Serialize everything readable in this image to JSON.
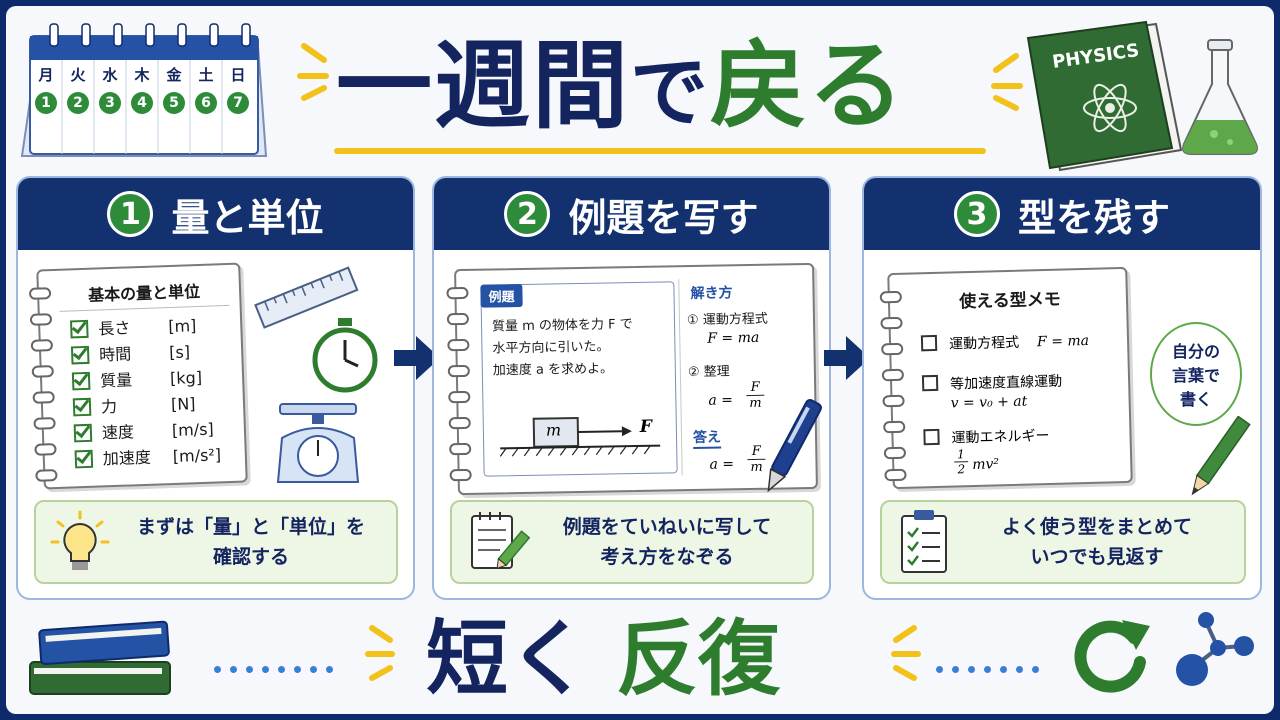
{
  "calendar": {
    "days": [
      "月",
      "火",
      "水",
      "木",
      "金",
      "土",
      "日"
    ],
    "numbers": [
      "1",
      "2",
      "3",
      "4",
      "5",
      "6",
      "7"
    ]
  },
  "title": {
    "part1": "一週間",
    "part2": "で",
    "part3": "戻る"
  },
  "book_top": {
    "label": "PHYSICS"
  },
  "panels": [
    {
      "number": "1",
      "heading": "量と単位",
      "notebook_title": "基本の量と単位",
      "rows": [
        {
          "name": "長さ",
          "unit": "[m]"
        },
        {
          "name": "時間",
          "unit": "[s]"
        },
        {
          "name": "質量",
          "unit": "[kg]"
        },
        {
          "name": "力",
          "unit": "[N]"
        },
        {
          "name": "速度",
          "unit": "[m/s]"
        },
        {
          "name": "加速度",
          "unit": "[m/s²]"
        }
      ],
      "caption_line1": "まずは「量」と「単位」を",
      "caption_line2": "確認する"
    },
    {
      "number": "2",
      "heading": "例題を写す",
      "example_tag": "例題",
      "problem_line1": "質量 m の物体を力 F で",
      "problem_line2": "水平方向に引いた。",
      "problem_line3": "加速度 a を求めよ。",
      "block_label": "m",
      "force_label": "F",
      "solution_title": "解き方",
      "step1_label": "① 運動方程式",
      "step1_eq": "F = ma",
      "step2_label": "② 整理",
      "step2_eq_lhs": "a =",
      "step2_num": "F",
      "step2_den": "m",
      "answer_label": "答え",
      "answer_lhs": "a =",
      "answer_num": "F",
      "answer_den": "m",
      "caption_line1": "例題をていねいに写して",
      "caption_line2": "考え方をなぞる"
    },
    {
      "number": "3",
      "heading": "型を残す",
      "notebook_title": "使える型メモ",
      "item1": "運動方程式",
      "item1_eq": "F = ma",
      "item2": "等加速度直線運動",
      "item2_eq": "v = v₀ + at",
      "item3": "運動エネルギー",
      "item3_num": "1",
      "item3_den": "2",
      "item3_rest": "mv²",
      "bubble_line1": "自分の",
      "bubble_line2": "言葉で",
      "bubble_line3": "書く",
      "caption_line1": "よく使う型をまとめて",
      "caption_line2": "いつでも見返す"
    }
  ],
  "bottom": {
    "part1": "短く",
    "part2": "反復"
  },
  "colors": {
    "navy": "#13306f",
    "green": "#2e7d2e",
    "accent": "#f2c21a"
  }
}
